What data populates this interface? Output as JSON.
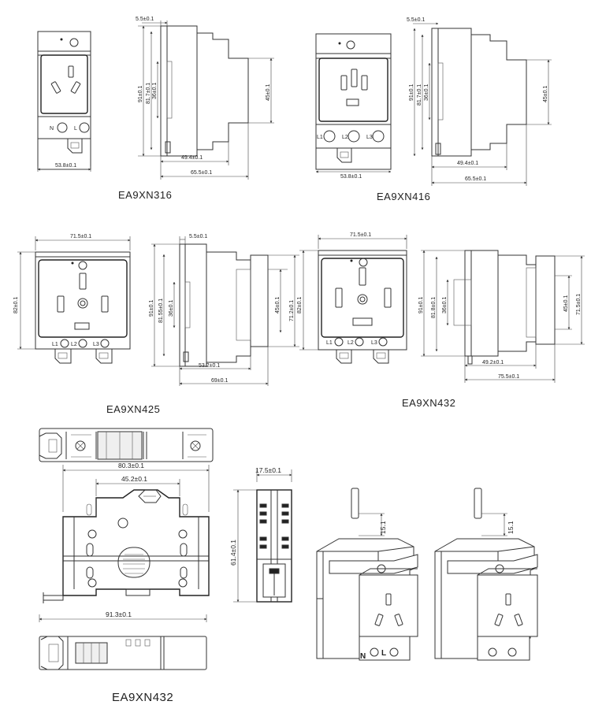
{
  "colors": {
    "line": "#333333",
    "background": "#ffffff"
  },
  "captions": {
    "ea9xn316": "EA9XN316",
    "ea9xn416": "EA9XN416",
    "ea9xn425": "EA9XN425",
    "ea9xn432_top": "EA9XN432",
    "ea9xn432_bottom": "EA9XN432"
  },
  "d316": {
    "front_width": "53.8±0.1",
    "top_offset": "5.5±0.1",
    "height_91": "91±0.1",
    "height_81": "81.7±0.1",
    "height_36": "36±0.1",
    "height_45": "45±0.1",
    "depth_49": "49.4±0.1",
    "depth_65": "65.5±0.1",
    "terminals": [
      "N",
      "L"
    ]
  },
  "d416": {
    "front_width": "53.8±0.1",
    "top_offset": "5.5±0.1",
    "height_91": "91±0.1",
    "height_81": "81.7±0.1",
    "height_36": "36±0.1",
    "height_45": "45±0.1",
    "depth_49": "49.4±0.1",
    "depth_65": "65.5±0.1",
    "terminals": [
      "L1",
      "L2",
      "L3"
    ]
  },
  "d425": {
    "front_width": "71.5±0.1",
    "front_height": "82±0.1",
    "top_offset": "5.5±0.1",
    "height_91": "91±0.1",
    "height_81": "81.55±0.1",
    "height_36": "36±0.1",
    "height_45": "45±0.1",
    "height_71": "71.2±0.1",
    "depth_53": "53.2±0.1",
    "depth_69": "69±0.1",
    "terminals": [
      "L1",
      "L2",
      "L3"
    ]
  },
  "d432": {
    "front_width": "71.5±0.1",
    "front_height": "82±0.1",
    "height_91": "91±0.1",
    "height_81": "81.8±0.1",
    "height_36": "36±0.1",
    "height_45": "45±0.1",
    "height_71": "71.5±0.1",
    "depth_49": "49.2±0.1",
    "depth_75": "75.5±0.1",
    "terminals": [
      "L1",
      "L2",
      "L3"
    ]
  },
  "d432b": {
    "width_80": "80.3±0.1",
    "width_45": "45.2±0.1",
    "width_91": "91.3±0.1",
    "side_width": "17.5±0.1",
    "side_height": "61.4±0.1",
    "pin_a": "15.1",
    "pin_b": "15.1",
    "iso_terminals": [
      "N",
      "L"
    ]
  }
}
